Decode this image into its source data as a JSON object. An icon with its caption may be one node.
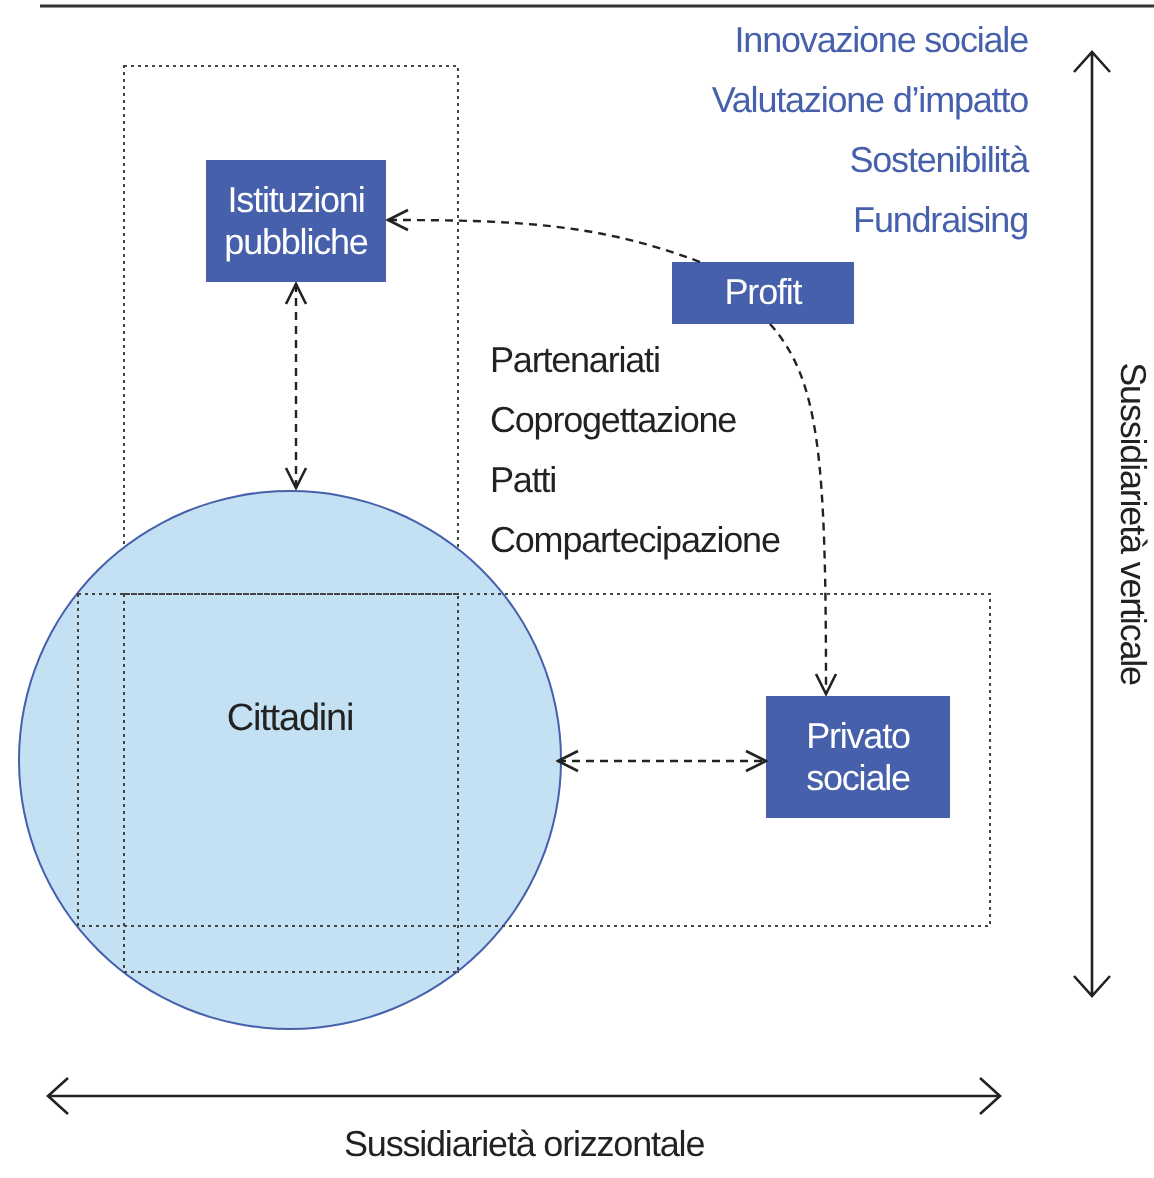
{
  "diagram": {
    "nodes": [
      {
        "text": [
          "Istituzioni pubbliche"
        ]
      },
      {
        "text": [
          "Profit"
        ]
      },
      {
        "text": [
          "Cittadini"
        ]
      },
      {
        "text": [
          "Privato sociale"
        ]
      }
    ],
    "edges": [
      {
        "from": 1,
        "to": 0,
        "arrow": "to",
        "style": "dashed"
      },
      {
        "from": 1,
        "to": 3,
        "arrow": "to",
        "style": "dashed"
      },
      {
        "from": 0,
        "to": 2,
        "arrow": "both",
        "style": "dashed"
      },
      {
        "from": 2,
        "to": 3,
        "arrow": "both",
        "style": "dashed"
      }
    ],
    "labels": [
      "Innovazione sociale",
      "Valutazione d’impatto",
      "Sostenibilità",
      "Fundraising",
      "Partenariati",
      "Coprogettazione",
      "Patti",
      "Compartecipazione",
      "Sussidiarietà verticale",
      "Sussidiarietà orizzontale"
    ]
  }
}
